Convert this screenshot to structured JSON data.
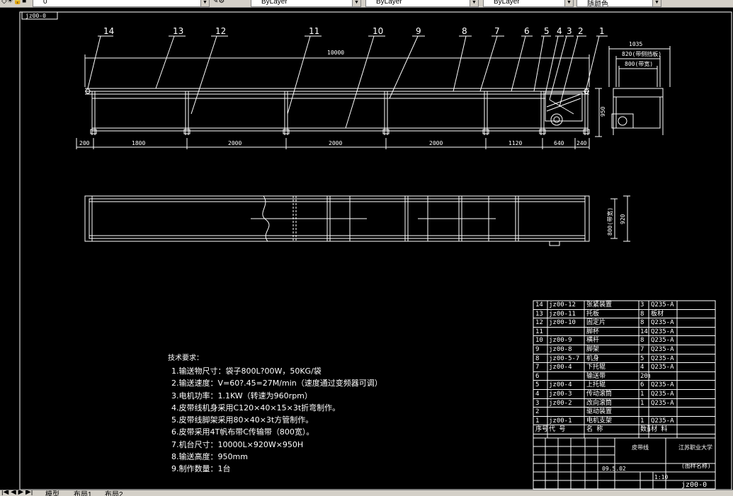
{
  "toolbar": {
    "layer_combo": "0",
    "color_combo": "ByLayer",
    "linetype_combo": "ByLayer",
    "lineweight_combo": "ByLayer",
    "plotstyle_combo": "随颜色"
  },
  "drawing": {
    "corner_label": "jz00-0",
    "balloons": [
      "14",
      "13",
      "12",
      "11",
      "10",
      "9",
      "8",
      "7",
      "6",
      "5",
      "4",
      "3",
      "2",
      "1"
    ],
    "front_view": {
      "overall_length": "10000",
      "height": "950",
      "bottom_dims": [
        "200",
        "1800",
        "2000",
        "2000",
        "2000",
        "1120",
        "640",
        "240"
      ]
    },
    "side_view": {
      "dims": [
        "1035",
        "820(带侧挡板)",
        "800(带宽)"
      ]
    },
    "top_view": {
      "dims": [
        "800(带宽)",
        "920"
      ]
    }
  },
  "notes": {
    "title": "技术要求：",
    "lines": [
      "1.输送物尺寸：袋子800L?00W，50KG/袋",
      "2.输送速度：V=60?.45=27M/min（速度通过变频器可调）",
      "3.电机功率：1.1KW（转速为960rpm）",
      "4.皮带线机身采用C120×40×15×3t折弯制作。",
      "5.皮带线脚架采用80×40×3t方管制作。",
      "6.皮带采用4T帆布带C传输带（800宽）。",
      "7.机台尺寸：10000L×920W×950H",
      "8.输送高度：950mm",
      "9.制作数量：1台"
    ]
  },
  "bom": {
    "rows": [
      {
        "no": "14",
        "code": "jz00-12",
        "name": "张紧装置",
        "qty": "3",
        "mat": "Q235-A"
      },
      {
        "no": "13",
        "code": "jz00-11",
        "name": "托板",
        "qty": "8",
        "mat": "板材"
      },
      {
        "no": "12",
        "code": "jz00-10",
        "name": "固定片",
        "qty": "8",
        "mat": "Q235-A"
      },
      {
        "no": "11",
        "code": "",
        "name": "脚杯",
        "qty": "14",
        "mat": "Q235-A"
      },
      {
        "no": "10",
        "code": "jz00-9",
        "name": "横杆",
        "qty": "8",
        "mat": "Q235-A"
      },
      {
        "no": "9",
        "code": "jz00-8",
        "name": "脚架",
        "qty": "7",
        "mat": "Q235-A"
      },
      {
        "no": "8",
        "code": "jz00-5-7",
        "name": "机身",
        "qty": "5",
        "mat": "Q235-A"
      },
      {
        "no": "7",
        "code": "jz00-4",
        "name": "下托辊",
        "qty": "4",
        "mat": "Q235-A"
      },
      {
        "no": "6",
        "code": "",
        "name": "输送带",
        "qty": "20m",
        "mat": ""
      },
      {
        "no": "5",
        "code": "jz00-4",
        "name": "上托辊",
        "qty": "6",
        "mat": "Q235-A"
      },
      {
        "no": "4",
        "code": "jz00-3",
        "name": "传动滚筒",
        "qty": "1",
        "mat": "Q235-A"
      },
      {
        "no": "3",
        "code": "jz00-2",
        "name": "改向滚筒",
        "qty": "1",
        "mat": "Q235-A"
      },
      {
        "no": "2",
        "code": "",
        "name": "驱动装置",
        "qty": "",
        "mat": ""
      },
      {
        "no": "1",
        "code": "jz00-1",
        "name": "电机支架",
        "qty": "1",
        "mat": "Q235-A"
      },
      {
        "no": "序号",
        "code": "代 号",
        "name": "名 称",
        "qty": "数量",
        "mat": "材 料"
      }
    ],
    "title_block": {
      "part_name": "皮带线",
      "company": "江苏职业大学",
      "drawing_code": "jz00-0",
      "scale": "1:10",
      "date": "09.5.02",
      "sub_title": "(图样名称)"
    }
  },
  "tabs": {
    "items": [
      "模型",
      "布局1",
      "布局2"
    ]
  }
}
